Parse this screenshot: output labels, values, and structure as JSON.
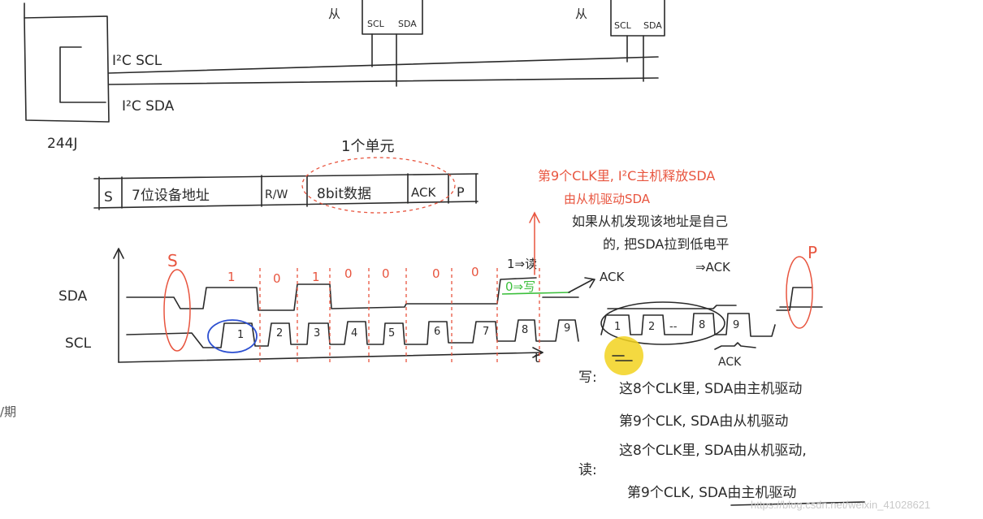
{
  "bus": {
    "slave1_label": "从",
    "slave2_label": "从",
    "slave_scl": "SCL",
    "slave_sda": "SDA",
    "scl_line": "I²C SCL",
    "sda_line": "I²C SDA",
    "device": "244J"
  },
  "frame": {
    "group_label": "1个单元",
    "cells": [
      "S",
      "7位设备地址",
      "R/W",
      "8bit数据",
      "ACK",
      "P"
    ]
  },
  "waveform": {
    "sda_label": "SDA",
    "scl_label": "SCL",
    "start_mark": "S",
    "stop_mark": "P",
    "bits": [
      "1",
      "0",
      "1",
      "0",
      "0",
      "0",
      "0"
    ],
    "read_note": "1⇒读",
    "write_note": "0⇒写",
    "clock_numbers": [
      "1",
      "2",
      "3",
      "4",
      "5",
      "6",
      "7",
      "8",
      "9"
    ],
    "data_clock_numbers": [
      "1",
      "2",
      "--",
      "8",
      "9"
    ],
    "time_axis": "t",
    "ack_1": "ACK",
    "ack_2": "⇒ACK",
    "ack_3": "ACK"
  },
  "notes": {
    "red_line_1": "第9个CLK里, I²C主机释放SDA",
    "red_line_2": "由从机驱动SDA",
    "black_line_1": "如果从机发现该地址是自己",
    "black_line_2": "的, 把SDA拉到低电平",
    "write_head": "写:",
    "write_1": "这8个CLK里, SDA由主机驱动",
    "write_2": "第9个CLK, SDA由从机驱动",
    "read_head": "读:",
    "read_1": "这8个CLK里, SDA由从机驱动,",
    "read_2": "第9个CLK, SDA由主机驱动"
  },
  "side_fragment": "/期",
  "watermark": "https://blog.csdn.net/weixin_41028621"
}
